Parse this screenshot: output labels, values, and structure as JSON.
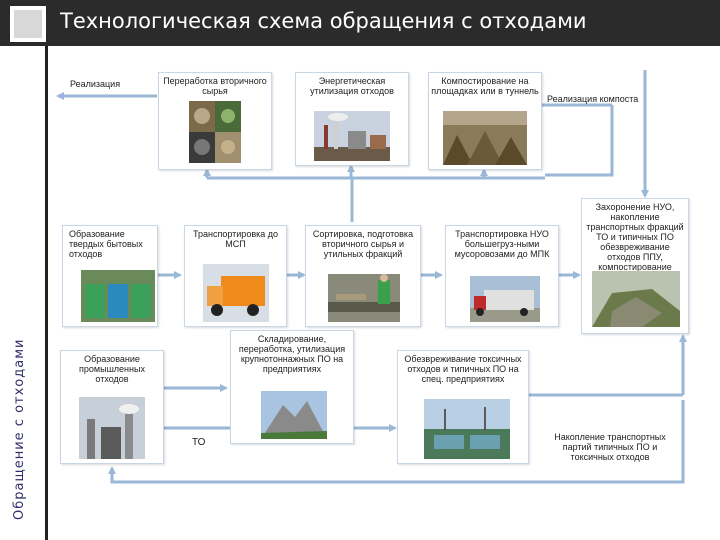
{
  "header": {
    "title": "Технологическая схема обращения с отходами"
  },
  "sidebar": {
    "label": "Обращение с отходами"
  },
  "flow_labels": {
    "sales": "Реализация",
    "compost_sales": "Реализация компоста",
    "to": "ТО"
  },
  "boxes": {
    "recycling": "Переработка вторичного сырья",
    "energy": "Энергетическая утилизация отходов",
    "composting": "Компостирование на площадках или в туннель",
    "landfill": "Захоронение НУО, накопление транспортных фракций ТО и типичных ПО обезвреживание отходов ППУ, компостирование",
    "msw_formation": "Образование твердых бытовых отходов",
    "transport_msp": "Транспортировка до МСП",
    "sorting": "Сортировка, подготовка вторичного сырья и утильных фракций",
    "transport_nuo": "Транспортировка НУО большегруз-ными мусоровозами до МПК",
    "industrial_formation": "Образование промышленных отходов",
    "storage": "Складирование, переработка, утилизация крупнотоннажных ПО на предприятиях",
    "neutralization": "Обезвреживание токсичных отходов и типичных ПО на спец. предприятиях",
    "accumulation": "Накопление транспортных партий типичных ПО и токсичных отходов"
  },
  "colors": {
    "arrow": "#9ab7d6",
    "box_border": "#c9d6e6",
    "header_bg": "#2b2b2b",
    "sidebar_text": "#2f2f6a"
  }
}
